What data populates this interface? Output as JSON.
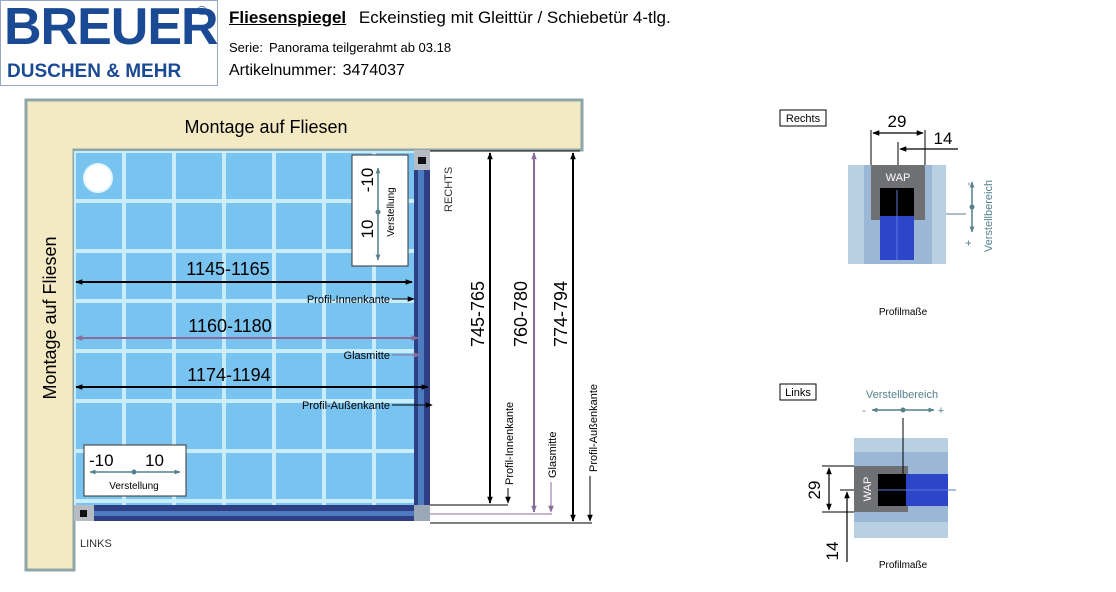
{
  "logo": {
    "wordmark": "BREUER",
    "registered": "®",
    "tagline": "DUSCHEN & MEHR"
  },
  "header": {
    "title": "Fliesenspiegel",
    "subtitle": "Eckeinstieg mit Gleittür / Schiebetür 4-tlg.",
    "series_label": "Serie:",
    "series_value": "Panorama teilgerahmt ab 03.18",
    "article_label": "Artikelnummer:",
    "article_value": "3474037"
  },
  "plan": {
    "wall_top_label": "Montage auf Fliesen",
    "wall_left_label": "Montage auf Fliesen",
    "rechts_label": "RECHTS",
    "links_label": "LINKS",
    "verstellung_right": {
      "a": "10",
      "b": "-10",
      "label": "Verstellung"
    },
    "verstellung_bottom": {
      "a": "-10",
      "b": "10",
      "label": "Verstellung"
    },
    "horizontal_dims": [
      {
        "value": "1145-1165",
        "ref": "Profil-Innenkante"
      },
      {
        "value": "1160-1180",
        "ref": "Glasmitte"
      },
      {
        "value": "1174-1194",
        "ref": "Profil-Außenkante"
      }
    ],
    "vertical_dims": [
      {
        "value": "745-765",
        "ref": "Profil-Innenkante"
      },
      {
        "value": "760-780",
        "ref": "Glasmitte"
      },
      {
        "value": "774-794",
        "ref": "Profil-Außenkante"
      }
    ]
  },
  "detail_rechts": {
    "tag": "Rechts",
    "dim_a": "29",
    "dim_b": "14",
    "wap": "WAP",
    "minus": "-",
    "plus": "+",
    "range_label": "Verstellbereich",
    "caption": "Profilmaße"
  },
  "detail_links": {
    "tag": "Links",
    "range_label": "Verstellbereich",
    "minus": "-",
    "plus": "+",
    "dim_a": "29",
    "dim_b": "14",
    "wap": "WAP",
    "caption": "Profilmaße"
  },
  "colors": {
    "wall": "#f3e9c2",
    "wall_border": "#8fa6a9",
    "tile": "#79c3f0",
    "grout": "#c9ecfb",
    "profile": "#2e3f86",
    "glass": "#4d7bc0",
    "dim_black": "#000000",
    "dim_purple": "#8a6c9c"
  }
}
